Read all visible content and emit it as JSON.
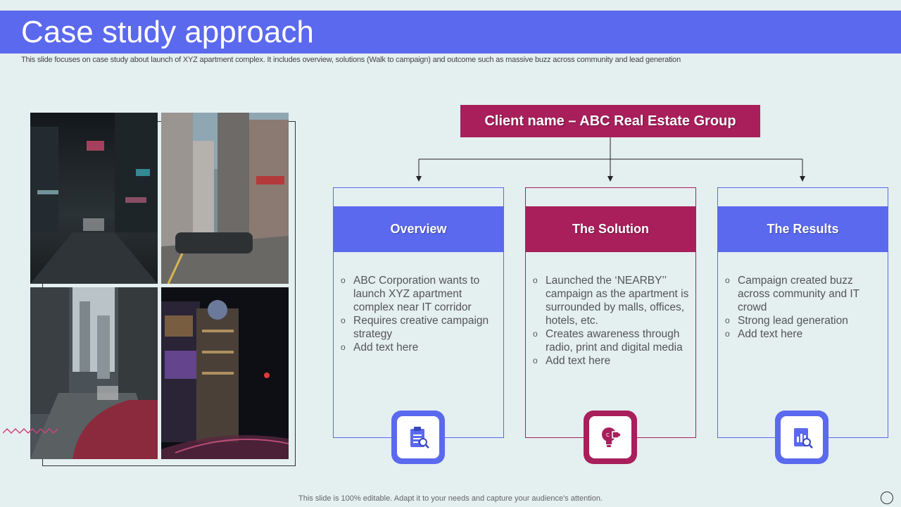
{
  "title": "Case study approach",
  "subtitle": "This slide focuses on case study about launch of XYZ  apartment complex. It includes overview, solutions (Walk to campaign) and outcome such as massive buzz across community and lead generation",
  "client": "Client name – ABC Real Estate Group",
  "colors": {
    "blue": "#5b69ee",
    "magenta": "#a81f5b",
    "background": "#e4eff0"
  },
  "cards": [
    {
      "title": "Overview",
      "icon": "clipboard-search-icon",
      "items": [
        "ABC Corporation wants to launch XYZ apartment complex near IT  corridor",
        "Requires creative campaign strategy",
        "Add text here"
      ]
    },
    {
      "title": "The Solution",
      "icon": "lightbulb-puzzle-icon",
      "items": [
        "Launched the ‘NEARBY’’ campaign as the apartment is surrounded by malls, offices,\nhotels, etc.",
        "Creates awareness through radio, print and digital media",
        "Add text here"
      ]
    },
    {
      "title": "The Results",
      "icon": "report-search-icon",
      "items": [
        "Campaign created buzz across community  and IT  crowd",
        "Strong lead generation",
        "Add text here"
      ]
    }
  ],
  "footer": "This slide is 100% editable. Adapt it to your needs and capture your audience's attention."
}
